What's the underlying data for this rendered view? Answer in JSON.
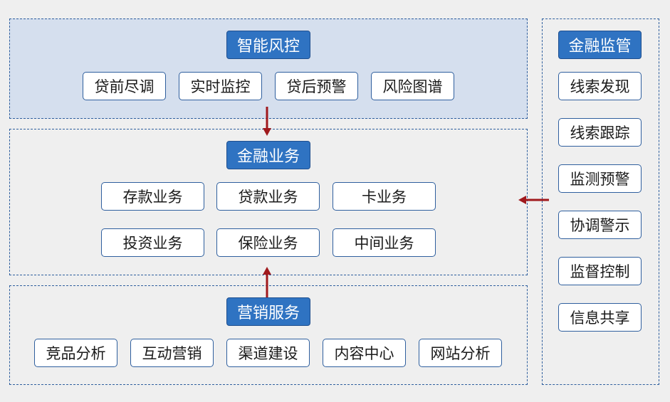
{
  "colors": {
    "background": "#efefef",
    "panel_top_fill": "#d5dfee",
    "panel_border": "#2f5f9e",
    "title_fill": "#2f73c2",
    "box_border": "#2f5f9e",
    "arrow": "#a0191c"
  },
  "smart_risk": {
    "title": "智能风控",
    "items": [
      "贷前尽调",
      "实时监控",
      "贷后预警",
      "风险图谱"
    ]
  },
  "finance_business": {
    "title": "金融业务",
    "items": [
      "存款业务",
      "贷款业务",
      "卡业务",
      "投资业务",
      "保险业务",
      "中间业务"
    ]
  },
  "marketing": {
    "title": "营销服务",
    "items": [
      "竞品分析",
      "互动营销",
      "渠道建设",
      "内容中心",
      "网站分析"
    ]
  },
  "regulation": {
    "title": "金融监管",
    "items": [
      "线索发现",
      "线索跟踪",
      "监测预警",
      "协调警示",
      "监督控制",
      "信息共享"
    ]
  }
}
